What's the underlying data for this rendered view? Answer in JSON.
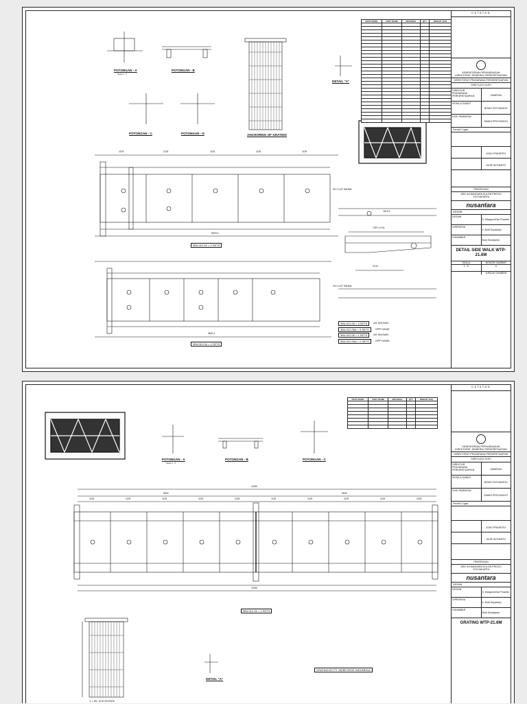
{
  "common": {
    "notes_header": "CATATAN",
    "ministry": [
      "KEMENTERIAN PERHUBUNGAN",
      "DIREKTORAT JENDERAL PERKERETAAPIAN"
    ],
    "directorate": "DIREKTORAT PRASARANA PERKERETAAPIAN",
    "approved_by": "DISETUJUI OLEH",
    "director_role": "DIREKTUR PRASARANA PERKERETAAPIAN",
    "director_name": "ZAMRONI",
    "head_sub1": "KEPALA SUBDIT",
    "head_sub2": "KASI JEMBATAN",
    "name_2": "BOWO ROTOMOHO",
    "name_3": "DIMAS PRIYONGGO",
    "supervisor": "Pemilik Tugas",
    "name_4": "JOKO PRASETIO",
    "name_5": "GIOR GIOVANTO",
    "proyek_label": "PEKERJAAN",
    "proyek_value": "DED KA BANDARA KULON PROGO YOGYAKARTA",
    "company": "nusantara",
    "designed_label": "DESAIN",
    "designed_name": "S. Margono/Dwi Prasetio",
    "checked_label": "DIPERIKSA",
    "checked_name": "Ir. Budi Suyadnyo",
    "drawn_label": "DIGAMBAR",
    "drawn_name": "Budi Suharjanto",
    "scale_label": "SKALA",
    "scale_value": "1 : 5",
    "sheet_no_label": "NOMOR GAMBAR",
    "sheet_no_value": "9",
    "sheet_count_label": "JUMLAH GAMBAR"
  },
  "sheet1": {
    "title": "DETAIL SIDE WALK WTP-21.6M",
    "sections": {
      "a": "POTONGAN - A",
      "b": "POTONGAN - B",
      "c": "POTONGAN - C",
      "d": "POTONGAN - D",
      "grating": "ANCHORING OF GRATING",
      "detail": "DETAIL \"A\""
    },
    "scale_note": "Skala 1 : 5",
    "plan1_label": "3B4-012-02 = 2 SETS",
    "plan2_label": "3B4-012-04 = 1 SETS",
    "plan_dims": [
      "1125",
      "1125",
      "1125",
      "1125",
      "1125"
    ],
    "plan_total": "5578.5",
    "plan2_total": "5640.4",
    "cut_label": "SO CUT BEAM",
    "beam_dims": [
      "1387 (+0.0)",
      "1513.5",
      "2129"
    ],
    "legend": [
      {
        "code": "3B4-012-05 = 3 SETS",
        "note": "AS SHOWN"
      },
      {
        "code": "3B4-012-05A = 3 SETS",
        "note": "OPP HAND"
      },
      {
        "code": "3B4-012-06 = 1 SETS",
        "note": "AS SHOWN"
      },
      {
        "code": "3B4-012-06A = 1 SETS",
        "note": "OPP HAND"
      }
    ],
    "bom_headers": [
      "PART MARK",
      "PART NAME",
      "MATERIAL",
      "QTY",
      "WEIGHT (KG)"
    ]
  },
  "sheet2": {
    "title": "GRATING WTP-21.6M",
    "sections": {
      "a": "POTONGAN - A",
      "b": "POTONGAN - B",
      "c": "POTONGAN - C",
      "detail": "DETAIL \"A\""
    },
    "scale_note": "Skala 1 : 5",
    "overall": "11250",
    "half": "5625",
    "bays": [
      "1125",
      "1125",
      "1125",
      "1125",
      "1125",
      "1125",
      "1125",
      "1125",
      "1125",
      "1125"
    ],
    "plan_label": "3B4-012-01 = 2 SETS",
    "grating_note": "GRATING BY PT. WEBFORGE INDONESIA",
    "grating_dim": "1 = 55, SCH.20X300"
  }
}
